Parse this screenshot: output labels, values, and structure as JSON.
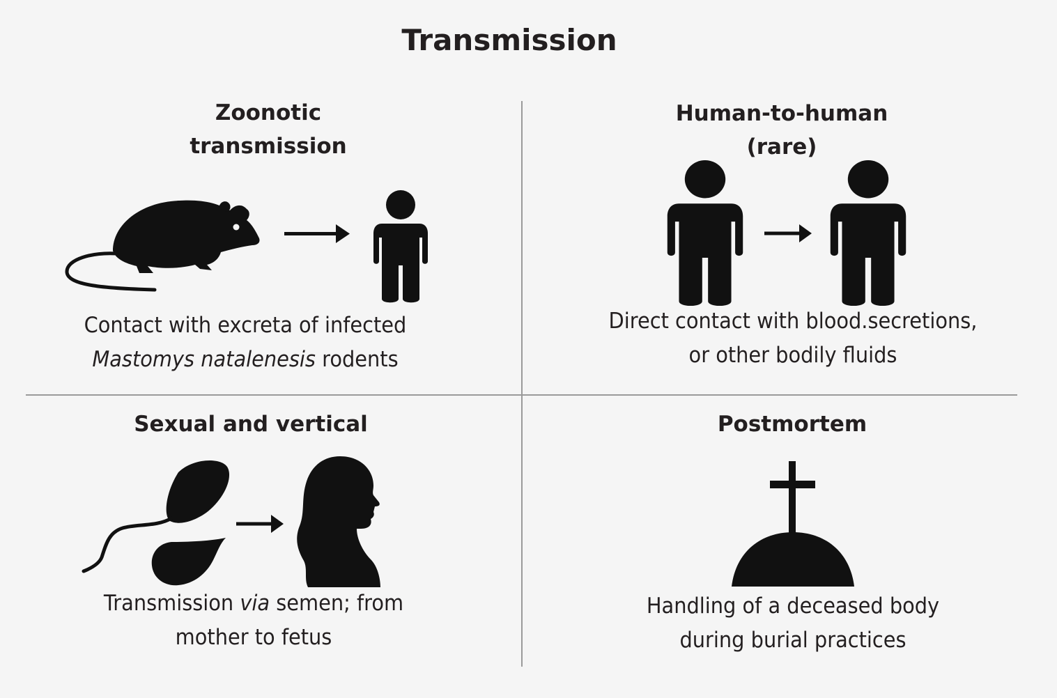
{
  "title": "Transmission",
  "quadrants": {
    "zoonotic": {
      "heading_line1": "Zoonotic",
      "heading_line2": "transmission",
      "caption_line1": "Contact with excreta of infected",
      "caption_line2_italic": "Mastomys natalenesis",
      "caption_line2_rest": " rodents",
      "icons": [
        "rat-icon",
        "arrow-right-icon",
        "person-icon"
      ]
    },
    "human_to_human": {
      "heading_line1": "Human-to-human",
      "heading_line2": "(rare)",
      "caption_line1": "Direct contact with blood.secretions,",
      "caption_line2": "or other bodily fluids",
      "icons": [
        "person-icon",
        "arrow-right-icon",
        "person-icon"
      ]
    },
    "sexual_vertical": {
      "heading": "Sexual and vertical",
      "caption_line1_a": "Transmission ",
      "caption_line1_italic": "via",
      "caption_line1_b": " semen; from",
      "caption_line2": "mother to fetus",
      "icons": [
        "sperm-icon",
        "drop-icon",
        "arrow-right-icon",
        "woman-profile-icon"
      ]
    },
    "postmortem": {
      "heading": "Postmortem",
      "caption_line1": "Handling of a deceased body",
      "caption_line2": "during burial practices",
      "icons": [
        "grave-cross-icon"
      ]
    }
  },
  "colors": {
    "background": "#f5f5f5",
    "ink": "#231f20",
    "divider": "#9a9a9a"
  }
}
